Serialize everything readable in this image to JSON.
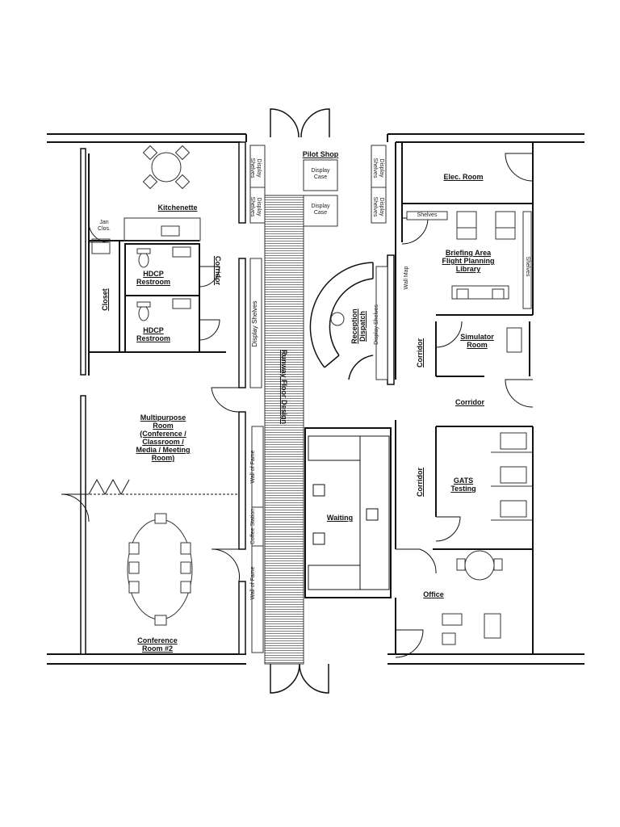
{
  "rooms": {
    "pilot_shop": "Pilot Shop",
    "elec_room": "Elec. Room",
    "kitchenette": "Kitchenette",
    "jan_clos": "Jan\nClos.",
    "hdcp_restroom_1": "HDCP\nRestroom",
    "hdcp_restroom_2": "HDCP\nRestroom",
    "closet": "Closet",
    "briefing_area": "Briefing Area\nFlight Planning\nLibrary",
    "simulator_room": "Simulator\nRoom",
    "reception": "Reception\nDispatch",
    "multipurpose_room": "Multipurpose\nRoom\n(Conference /\nClassroom /\nMedia / Meeting\nRoom)",
    "waiting": "Waiting",
    "gats_testing": "GATS\nTesting",
    "office": "Office",
    "conference_room_2": "Conference\nRoom #2",
    "runway": "Runway Floor Design"
  },
  "corridors": {
    "left": "Corridor",
    "right_mid": "Corridor",
    "right_horizontal": "Corridor",
    "right_lower": "Corridor"
  },
  "fixtures": {
    "display_shelves_a": "Display\nShelves",
    "display_shelves_b": "Display\nShelves",
    "display_shelves_c": "Display\nShelves",
    "display_shelves_d": "Display\nShelves",
    "display_case_1": "Display\nCase",
    "display_case_2": "Display\nCase",
    "display_shelves_long": "Display Shelves",
    "display_shelves_reception": "Display Shelves",
    "wall_map": "Wall Map",
    "shelves_top": "Shelves",
    "shelves_side": "Shelves",
    "wall_of_fame_1": "Wall of Fame",
    "coffee_station": "Coffee Station",
    "wall_of_fame_2": "Wall of Fame"
  }
}
